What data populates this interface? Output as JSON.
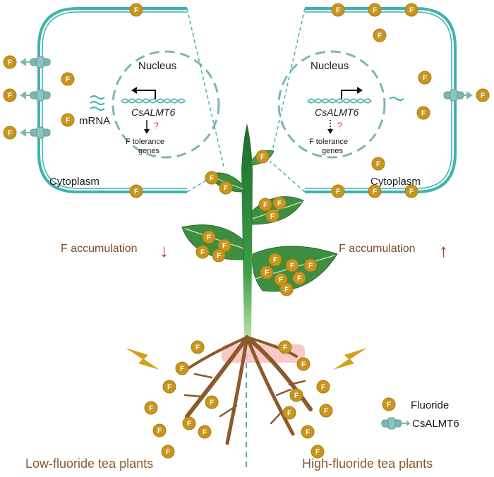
{
  "left_cell": {
    "nucleus": "Nucleus",
    "gene": "CsALMT6",
    "mrna": "mRNA",
    "tolerance_line1": "F tolerance",
    "tolerance_line2": "genes",
    "question": "?",
    "cytoplasm": "Cytoplasm"
  },
  "right_cell": {
    "nucleus": "Nucleus",
    "gene": "CsALMT6",
    "tolerance_line1": "F tolerance",
    "tolerance_line2": "genes",
    "question": "?",
    "cytoplasm": "Cytoplasm"
  },
  "fluoride_symbol": "F",
  "left_accumulation": "F accumulation",
  "right_accumulation": "F accumulation",
  "left_arrow_glyph": "↓",
  "right_arrow_glyph": "↑",
  "legend": {
    "fluoride": "Fluoride",
    "transporter": "CsALMT6"
  },
  "bottom_left": "Low-fluoride tea plants",
  "bottom_right": "High-fluoride tea plants",
  "colors": {
    "cell_border": "#3fb3ad",
    "fluoride": "#c8961e",
    "leaf": "#2e8b3a",
    "root": "#8b5a2b",
    "accent_red": "#a33a2a",
    "lightning": "#d4a017"
  }
}
